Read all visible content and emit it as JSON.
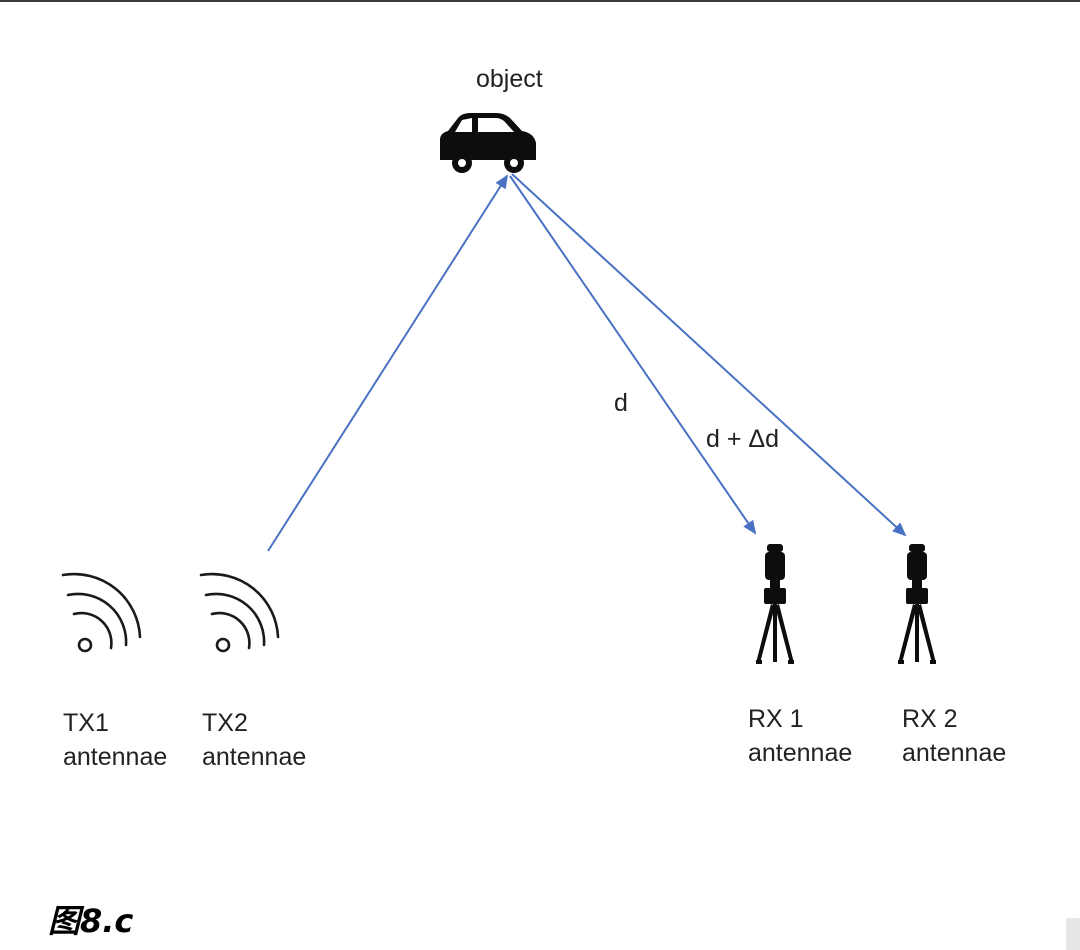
{
  "diagram": {
    "object_label": "object",
    "path_label_rx1": "d",
    "path_label_rx2": "d + Δd",
    "tx1_label": "TX1\nantennae",
    "tx2_label": "TX2\nantennae",
    "rx1_label": "RX 1\nantennae",
    "rx2_label": "RX 2\nantennae",
    "arrow_color": "#4a72c4",
    "icon_color": "#0d0d0d",
    "icons": [
      "car-icon",
      "wifi-signal-icon",
      "tripod-antenna-icon"
    ]
  },
  "caption": "图8.c"
}
